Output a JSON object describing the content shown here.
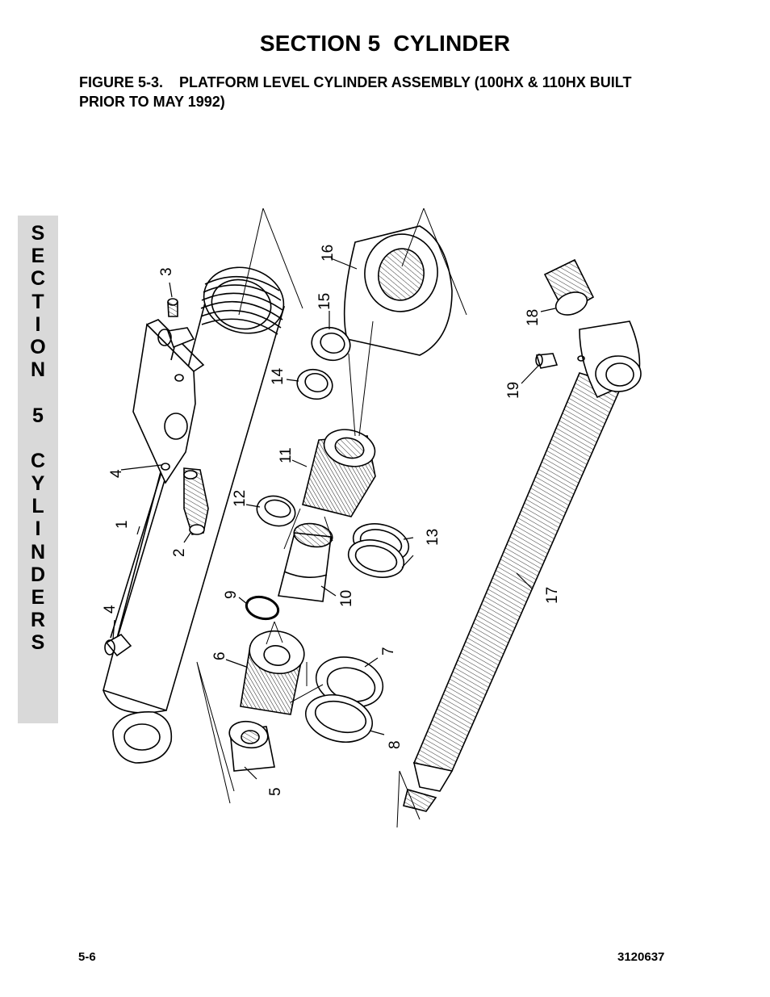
{
  "header": {
    "section_title": "SECTION 5  CYLINDER",
    "figure_title_line1": "FIGURE 5-3.    PLATFORM LEVEL CYLINDER ASSEMBLY (100HX & 110HX BUILT",
    "figure_title_line2": "PRIOR TO MAY 1992)"
  },
  "side_tab": {
    "letters": [
      "S",
      "E",
      "C",
      "T",
      "I",
      "O",
      "N",
      " ",
      "5",
      " ",
      "C",
      "Y",
      "L",
      "I",
      "N",
      "D",
      "E",
      "R",
      "S"
    ]
  },
  "diagram": {
    "callouts": [
      "1",
      "2",
      "3",
      "4",
      "4",
      "5",
      "6",
      "7",
      "8",
      "9",
      "10",
      "11",
      "12",
      "13",
      "14",
      "15",
      "16",
      "17",
      "18",
      "19"
    ]
  },
  "footer": {
    "page_number": "5-6",
    "doc_number": "3120637"
  }
}
